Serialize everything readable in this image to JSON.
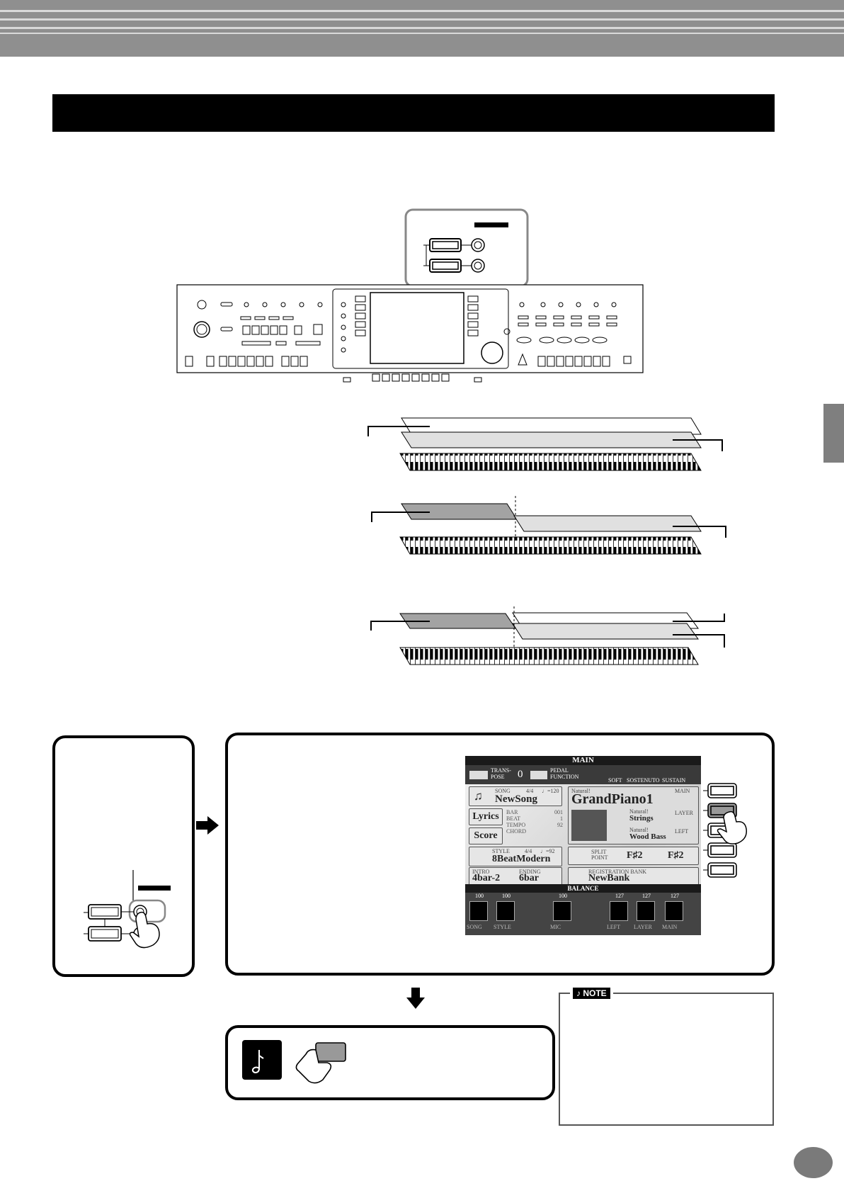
{
  "lcd": {
    "title": "MAIN",
    "transpose_label": "TRANS-\nPOSE",
    "transpose_value": "0",
    "pedal_label": "PEDAL\nFUNCTION",
    "pedal_soft": "SOFT",
    "pedal_sost": "SOSTENUTO",
    "pedal_sus": "SUSTAIN",
    "song_label": "SONG",
    "song_meter": "4/4",
    "song_tempo": "♩=120",
    "song_name": "NewSong",
    "lyrics": "Lyrics",
    "score": "Score",
    "bar_label": "BAR",
    "bar_value": "001",
    "beat_label": "BEAT",
    "beat_value": "1",
    "tempo_label": "TEMPO",
    "tempo_value": "92",
    "chord_label": "CHORD",
    "style_label": "STYLE",
    "style_meter": "4/4",
    "style_tempo": "♩=92",
    "style_name": "8BeatModern",
    "intro_label": "INTRO",
    "intro_value": "4bar-2",
    "ending_label": "ENDING",
    "ending_value": "6bar",
    "main_voice_tag": "Natural!",
    "main_voice": "GrandPiano1",
    "main_side": "MAIN",
    "layer_tag": "Natural!",
    "layer_voice": "Strings",
    "layer_side": "LAYER",
    "left_tag": "Natural!",
    "left_voice": "Wood Bass",
    "left_side": "LEFT",
    "split_label": "SPLIT\nPOINT",
    "split_a": "F♯2",
    "split_b": "F♯2",
    "regist_label": "REGISTRATION BANK",
    "regist_value": "NewBank",
    "balance_title": "BALANCE",
    "balance": [
      {
        "label": "SONG",
        "value": "100"
      },
      {
        "label": "STYLE",
        "value": "100"
      },
      {
        "label": "MIC",
        "value": "100"
      },
      {
        "label": "LEFT",
        "value": "127"
      },
      {
        "label": "LAYER",
        "value": "127"
      },
      {
        "label": "MAIN",
        "value": "127"
      }
    ]
  },
  "note_label": "NOTE",
  "colors": {
    "header": "#8f8f8f",
    "bar": "#000000",
    "panel_border": "#000000",
    "layer_light": "#e0e0e0",
    "layer_dark": "#a3a3a3"
  }
}
